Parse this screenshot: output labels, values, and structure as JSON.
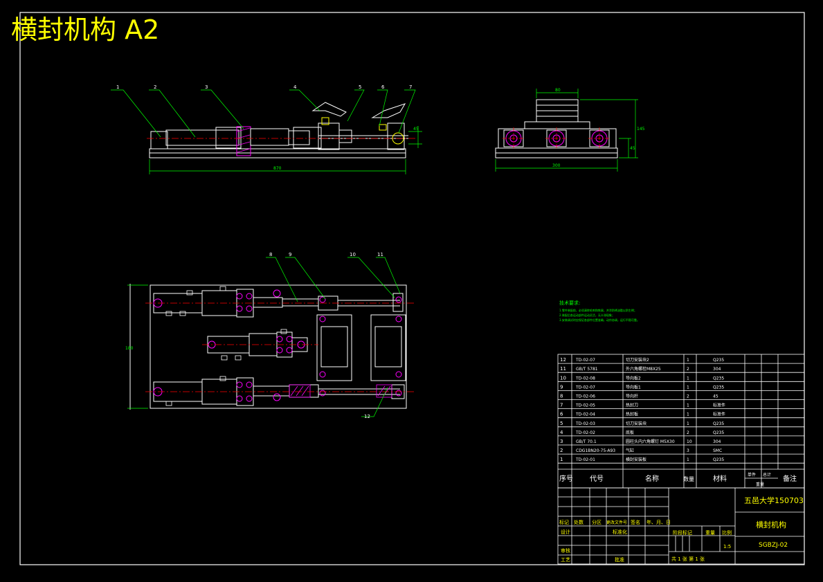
{
  "drawing_title": "横封机构  A2",
  "colors": {
    "background": "#000000",
    "frame": "#ffffff",
    "title": "#ffff00",
    "outline": "#ffffff",
    "leader": "#00ff00",
    "centerline": "#ff0000",
    "hatch": "#ff00ff",
    "accent_yellow": "#ffff00"
  },
  "balloons": [
    "1",
    "2",
    "3",
    "4",
    "5",
    "6",
    "7",
    "8",
    "9",
    "10",
    "11",
    "12"
  ],
  "dims": {
    "front_length": "870",
    "front_height": "45",
    "side_width": "300",
    "side_top": "80",
    "side_height": "145",
    "side_small": "45",
    "top_height": "180"
  },
  "tech_notes": {
    "title": "技术要求:",
    "lines": [
      "1.零件装配前，必须清除毛刺和铁屑，并涂防锈油脂以防生锈；",
      "2.装配后各运动部件运动灵活，无卡滞现象；",
      "3.安装调试时应保证各部件位置准确，动作协调，运行平稳可靠。"
    ]
  },
  "bom": {
    "headers": [
      "序号",
      "代号",
      "名称",
      "数量",
      "材料",
      "单件",
      "总计",
      "备注"
    ],
    "mass_label": "重量",
    "rows": [
      [
        "12",
        "TD-02-07",
        "切刀安装块2",
        "1",
        "Q235",
        ""
      ],
      [
        "11",
        "GB/T 5781",
        "外六角螺栓M8X25",
        "2",
        "304",
        ""
      ],
      [
        "10",
        "TD-02-08",
        "导向板2",
        "1",
        "Q235",
        ""
      ],
      [
        "9",
        "TD-02-07",
        "导向板1",
        "1",
        "Q235",
        ""
      ],
      [
        "8",
        "TD-02-06",
        "导向杆",
        "2",
        "45",
        ""
      ],
      [
        "7",
        "TD-02-05",
        "热封刀",
        "1",
        "标准件",
        ""
      ],
      [
        "6",
        "TD-02-04",
        "热封板",
        "1",
        "标准件",
        ""
      ],
      [
        "5",
        "TD-02-03",
        "切刀安装块",
        "1",
        "Q235",
        ""
      ],
      [
        "4",
        "TD-02-02",
        "底板",
        "2",
        "Q235",
        ""
      ],
      [
        "3",
        "GB/T 70.1",
        "圆柱头内六角螺钉 M5X30",
        "10",
        "304",
        ""
      ],
      [
        "2",
        "CDG1BN20-75-A93",
        "气缸",
        "3",
        "SMC",
        ""
      ],
      [
        "1",
        "TD-02-01",
        "横封安装板",
        "1",
        "Q235",
        ""
      ]
    ]
  },
  "title_block": {
    "school": "五邑大学150703",
    "part_name": "横封机构",
    "drawing_no": "SGBZJ-02",
    "scale_value": "1:5",
    "row_labels": [
      "标记",
      "处数",
      "分区",
      "更改文件号",
      "签名",
      "年、月、日"
    ],
    "design": "设计",
    "standardize": "标准化",
    "review": "审核",
    "process": "工艺",
    "approve": "批准",
    "stage_mark": "阶段标记",
    "weight": "重量",
    "scale": "比例",
    "sheet_info": "共 1 张   第 1 张"
  }
}
